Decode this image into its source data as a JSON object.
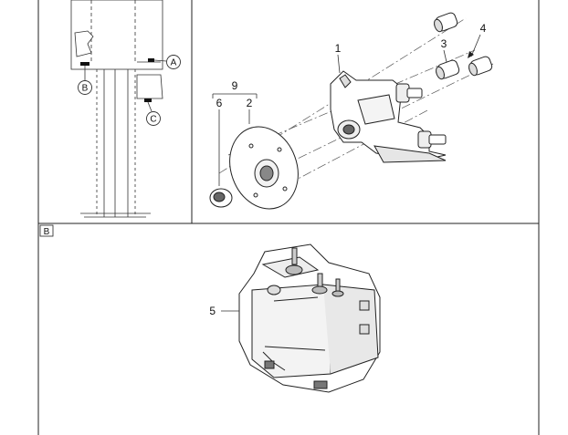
{
  "panel_top_left": {
    "detail_labels": [
      "A",
      "B",
      "C"
    ]
  },
  "panel_top_right": {
    "callouts": [
      "1",
      "2",
      "3",
      "4",
      "6",
      "9"
    ]
  },
  "panel_bottom": {
    "section_label": "B",
    "callouts": [
      "5"
    ]
  }
}
